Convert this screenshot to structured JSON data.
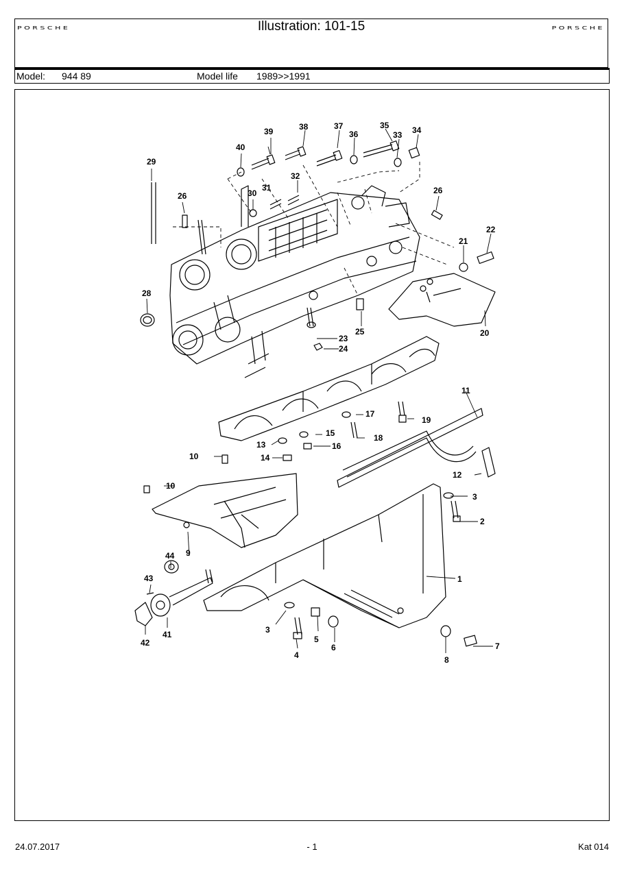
{
  "header": {
    "logo_left": "PORSCHE",
    "logo_right": "PORSCHE",
    "title": "Illustration: 101-15"
  },
  "model_bar": {
    "model_label": "Model:",
    "model_value": "944 89",
    "life_label": "Model life",
    "life_value": "1989>>1991"
  },
  "callouts": [
    "1",
    "2",
    "3",
    "3",
    "4",
    "5",
    "6",
    "7",
    "8",
    "9",
    "10",
    "10",
    "11",
    "12",
    "13",
    "14",
    "15",
    "16",
    "17",
    "18",
    "19",
    "20",
    "21",
    "22",
    "23",
    "24",
    "25",
    "26",
    "26",
    "28",
    "29",
    "30",
    "31",
    "32",
    "33",
    "34",
    "35",
    "36",
    "37",
    "38",
    "39",
    "40",
    "41",
    "42",
    "43",
    "44"
  ],
  "footer": {
    "date": "24.07.2017",
    "page": "- 1",
    "catalog": "Kat 014"
  }
}
